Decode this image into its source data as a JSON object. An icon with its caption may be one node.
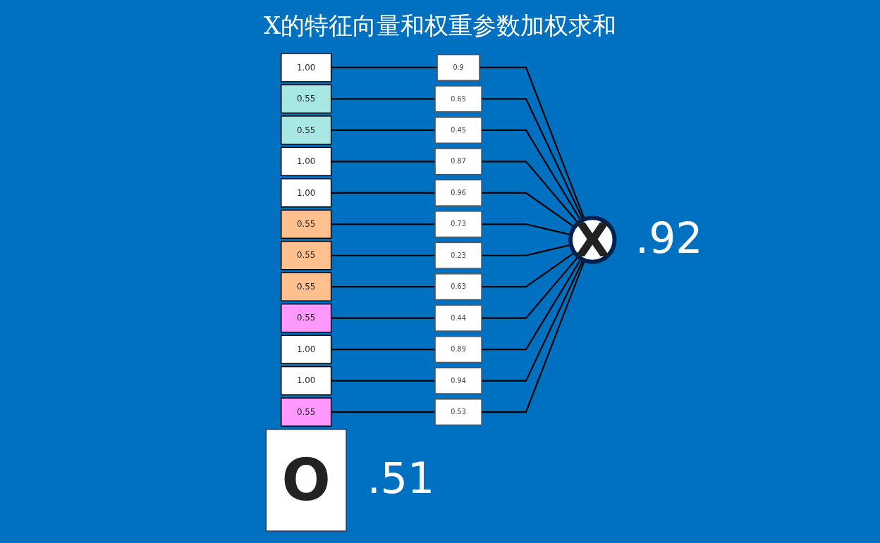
{
  "diagram": {
    "title": "X的特征向量和权重参数加权求和",
    "nodes": [
      {
        "text": [
          "1.00"
        ]
      },
      {
        "text": [
          "0.55"
        ]
      },
      {
        "text": [
          "0.55"
        ]
      },
      {
        "text": [
          "1.00"
        ]
      },
      {
        "text": [
          "1.00"
        ]
      },
      {
        "text": [
          "0.55"
        ]
      },
      {
        "text": [
          "0.55"
        ]
      },
      {
        "text": [
          "0.55"
        ]
      },
      {
        "text": [
          "0.55"
        ]
      },
      {
        "text": [
          "1.00"
        ]
      },
      {
        "text": [
          "1.00"
        ]
      },
      {
        "text": [
          "0.55"
        ]
      },
      {
        "text": [
          "0.9"
        ]
      },
      {
        "text": [
          "0.65"
        ]
      },
      {
        "text": [
          "0.45"
        ]
      },
      {
        "text": [
          "0.87"
        ]
      },
      {
        "text": [
          "0.96"
        ]
      },
      {
        "text": [
          "0.73"
        ]
      },
      {
        "text": [
          "0.23"
        ]
      },
      {
        "text": [
          "0.63"
        ]
      },
      {
        "text": [
          "0.44"
        ]
      },
      {
        "text": [
          "0.89"
        ]
      },
      {
        "text": [
          "0.94"
        ]
      },
      {
        "text": [
          "0.53"
        ]
      },
      {
        "text": [
          "X"
        ],
        "beside": [
          ".92"
        ]
      },
      {
        "text": [
          "O"
        ],
        "beside": [
          ".51"
        ]
      }
    ],
    "edges": [
      {
        "from": 0,
        "to": 12,
        "arrow": "none"
      },
      {
        "from": 1,
        "to": 13,
        "arrow": "none"
      },
      {
        "from": 2,
        "to": 14,
        "arrow": "none"
      },
      {
        "from": 3,
        "to": 15,
        "arrow": "none"
      },
      {
        "from": 4,
        "to": 16,
        "arrow": "none"
      },
      {
        "from": 5,
        "to": 17,
        "arrow": "none"
      },
      {
        "from": 6,
        "to": 18,
        "arrow": "none"
      },
      {
        "from": 7,
        "to": 19,
        "arrow": "none"
      },
      {
        "from": 8,
        "to": 20,
        "arrow": "none"
      },
      {
        "from": 9,
        "to": 21,
        "arrow": "none"
      },
      {
        "from": 10,
        "to": 22,
        "arrow": "none"
      },
      {
        "from": 11,
        "to": 23,
        "arrow": "none"
      },
      {
        "from": 12,
        "to": 24,
        "arrow": "none"
      },
      {
        "from": 13,
        "to": 24,
        "arrow": "none"
      },
      {
        "from": 14,
        "to": 24,
        "arrow": "none"
      },
      {
        "from": 15,
        "to": 24,
        "arrow": "none"
      },
      {
        "from": 16,
        "to": 24,
        "arrow": "none"
      },
      {
        "from": 17,
        "to": 24,
        "arrow": "none"
      },
      {
        "from": 18,
        "to": 24,
        "arrow": "none"
      },
      {
        "from": 19,
        "to": 24,
        "arrow": "none"
      },
      {
        "from": 20,
        "to": 24,
        "arrow": "none"
      },
      {
        "from": 21,
        "to": 24,
        "arrow": "none"
      },
      {
        "from": 22,
        "to": 24,
        "arrow": "none"
      },
      {
        "from": 23,
        "to": 24,
        "arrow": "none"
      }
    ]
  }
}
